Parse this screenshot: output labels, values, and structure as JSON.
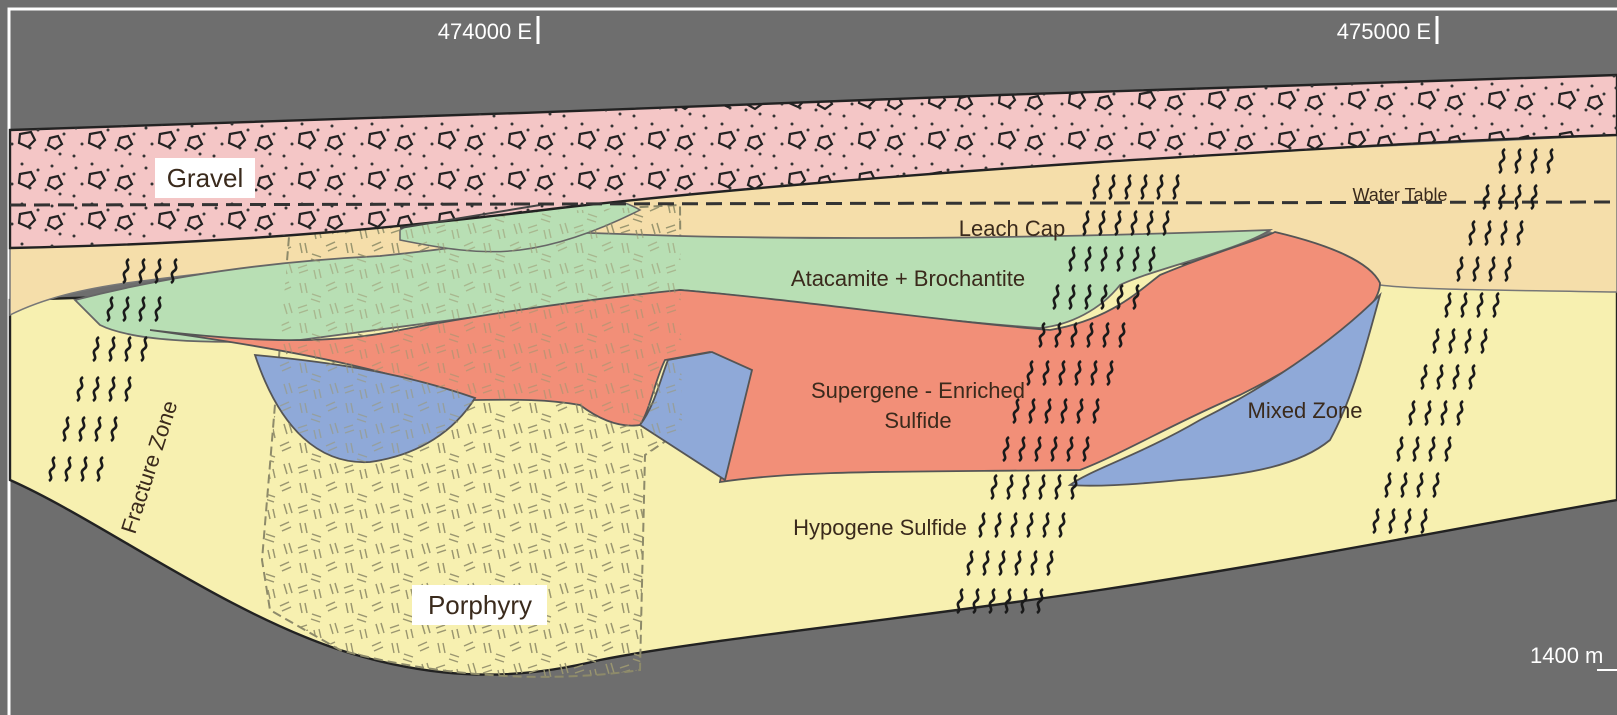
{
  "section": {
    "coordinates": [
      "474000 E",
      "475000 E"
    ],
    "elevation_label": "1400 m",
    "units": {
      "gravel": "Gravel",
      "water_table": "Water Table",
      "leach_cap": "Leach Cap",
      "oxide": "Atacamite + Brochantite",
      "supergene_line1": "Supergene - Enriched",
      "supergene_line2": "Sulfide",
      "mixed": "Mixed Zone",
      "hypogene": "Hypogene Sulfide",
      "porphyry": "Porphyry",
      "fracture_zone": "Fracture Zone"
    },
    "colors": {
      "background": "#6e6e6e",
      "gravel": "#f4c6c6",
      "leach_cap": "#f5deaa",
      "hypogene": "#f7f0b0",
      "oxide": "#b8dfb4",
      "supergene": "#f28f78",
      "mixed": "#8fa9d8",
      "outline": "#222222",
      "frame": "#ffffff"
    }
  }
}
